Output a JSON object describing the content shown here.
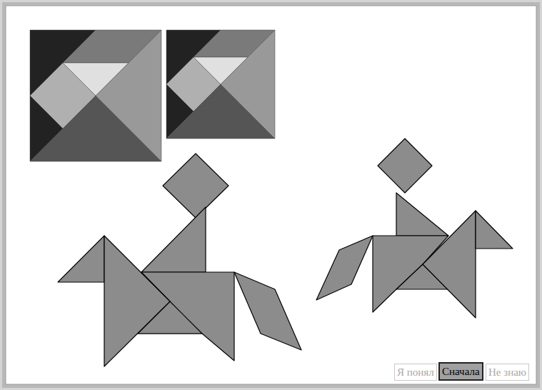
{
  "diagram": {
    "nodes": [
      {
        "text": [
          "Я понял"
        ]
      },
      {
        "text": [
          "Сначала"
        ]
      },
      {
        "text": [
          "Не знаю"
        ]
      }
    ]
  }
}
